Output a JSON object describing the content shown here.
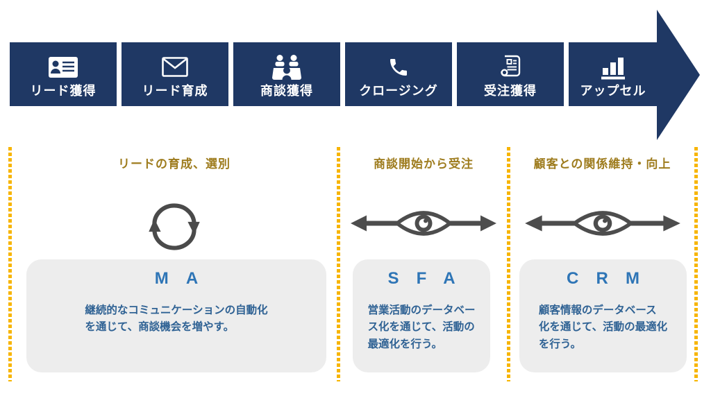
{
  "funnel": {
    "stages": [
      {
        "label": "リード獲得",
        "icon": "id-card-icon"
      },
      {
        "label": "リード育成",
        "icon": "envelope-icon"
      },
      {
        "label": "商談獲得",
        "icon": "meeting-icon"
      },
      {
        "label": "クロージング",
        "icon": "phone-icon"
      },
      {
        "label": "受注獲得",
        "icon": "contract-icon"
      },
      {
        "label": "アップセル",
        "icon": "bar-chart-icon"
      }
    ],
    "direction_icon": "right-arrow-head"
  },
  "sections": [
    {
      "header": "リードの育成、選別",
      "icon": "cycle-icon",
      "tool": "MA",
      "description": "継続的なコミュニケーションの自動化\nを通じて、商談機会を増やす。"
    },
    {
      "header": "商談開始から受注",
      "icon": "eye-range-icon",
      "tool": "SFA",
      "description": "営業活動のデータベー\nス化を通じて、活動の\n最適化を行う。"
    },
    {
      "header": "顧客との関係維持・向上",
      "icon": "eye-range-icon",
      "tool": "CRM",
      "description": "顧客情報のデータベース\n化を通じて、活動の最適化\nを行う。"
    }
  ],
  "colors": {
    "stage_navy": "#1F3864",
    "dotted_gold": "#F7B500",
    "header_gold": "#9E7C1E",
    "tool_blue": "#2E75B6",
    "description_blue": "#2F6294",
    "card_gray": "#EDEDED",
    "icon_gray": "#4A4A4A"
  }
}
